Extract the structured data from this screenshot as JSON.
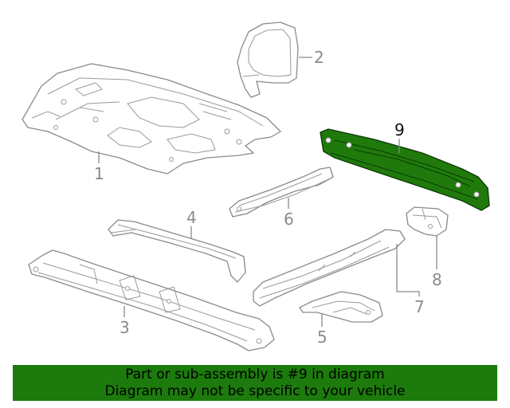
{
  "callouts": {
    "c1": "1",
    "c2": "2",
    "c3": "3",
    "c4": "4",
    "c5": "5",
    "c6": "6",
    "c7": "7",
    "c8": "8",
    "c9": "9"
  },
  "highlight_color": "#1c7b0c",
  "banner": {
    "line1": "Part or sub-assembly is #9 in diagram",
    "line2": "Diagram may not be specific to your vehicle"
  }
}
